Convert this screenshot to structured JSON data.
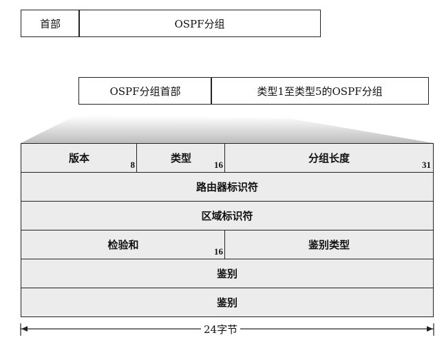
{
  "top_packet": {
    "header": "首部",
    "body": "OSPF分组"
  },
  "ospf_packet": {
    "header": "OSPF分组首部",
    "body": "类型1至类型5的OSPF分组"
  },
  "header_fields": {
    "row1": [
      {
        "label": "版本",
        "end_bit": "8"
      },
      {
        "label": "类型",
        "end_bit": "16"
      },
      {
        "label": "分组长度",
        "end_bit": "31"
      }
    ],
    "router_id": "路由器标识符",
    "area_id": "区域标识符",
    "row4": [
      {
        "label": "检验和",
        "end_bit": "16"
      },
      {
        "label": "鉴别类型"
      }
    ],
    "auth1": "鉴别",
    "auth2": "鉴别"
  },
  "size_label": "24字节"
}
